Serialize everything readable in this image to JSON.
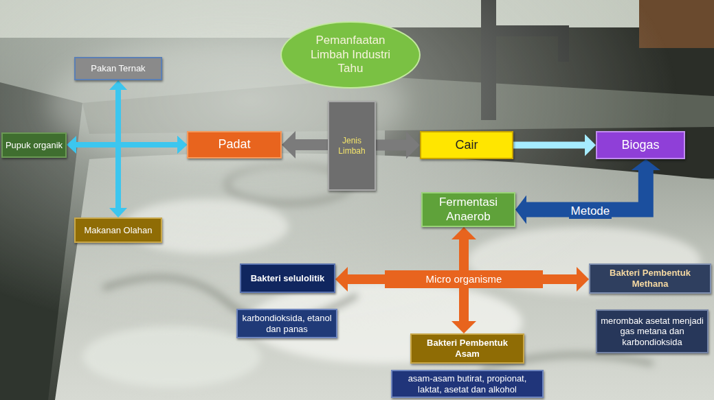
{
  "diagram": {
    "nodes": [
      {
        "text": [
          "Pemanfaatan Limbah Industri Tahu"
        ]
      },
      {
        "text": [
          "Pakan Ternak"
        ]
      },
      {
        "text": [
          "Pupuk organik"
        ]
      },
      {
        "text": [
          "Padat"
        ]
      },
      {
        "text": [
          "Jenis Limbah"
        ]
      },
      {
        "text": [
          "Cair"
        ]
      },
      {
        "text": [
          "Biogas"
        ]
      },
      {
        "text": [
          "Makanan Olahan"
        ]
      },
      {
        "text": [
          "Fermentasi Anaerob"
        ]
      },
      {
        "text": [
          "Bakteri selulolitik"
        ]
      },
      {
        "text": [
          "Micro organisme"
        ]
      },
      {
        "text": [
          "Bakteri Pembentuk Methana"
        ]
      },
      {
        "text": [
          "karbondioksida, etanol dan panas"
        ]
      },
      {
        "text": [
          "merombak asetat menjadi gas metana dan karbondioksida"
        ]
      },
      {
        "text": [
          "Bakteri Pembentuk Asam"
        ]
      },
      {
        "text": [
          "asam-asam butirat, propionat, laktat, asetat dan alkohol"
        ]
      }
    ],
    "edges": [
      {
        "from": 4,
        "to": 3,
        "arrow": "to"
      },
      {
        "from": 4,
        "to": 5,
        "arrow": "to"
      },
      {
        "from": 3,
        "to": 1,
        "arrow": "both"
      },
      {
        "from": 3,
        "to": 2,
        "arrow": "both"
      },
      {
        "from": 3,
        "to": 7,
        "arrow": "both"
      },
      {
        "from": 5,
        "to": 6,
        "arrow": "to"
      },
      {
        "from": 8,
        "to": 6,
        "arrow": "both",
        "label": "Metode"
      },
      {
        "from": 10,
        "to": 8,
        "arrow": "to"
      },
      {
        "from": 10,
        "to": 9,
        "arrow": "to"
      },
      {
        "from": 10,
        "to": 11,
        "arrow": "to"
      },
      {
        "from": 10,
        "to": 14,
        "arrow": "to"
      }
    ]
  }
}
